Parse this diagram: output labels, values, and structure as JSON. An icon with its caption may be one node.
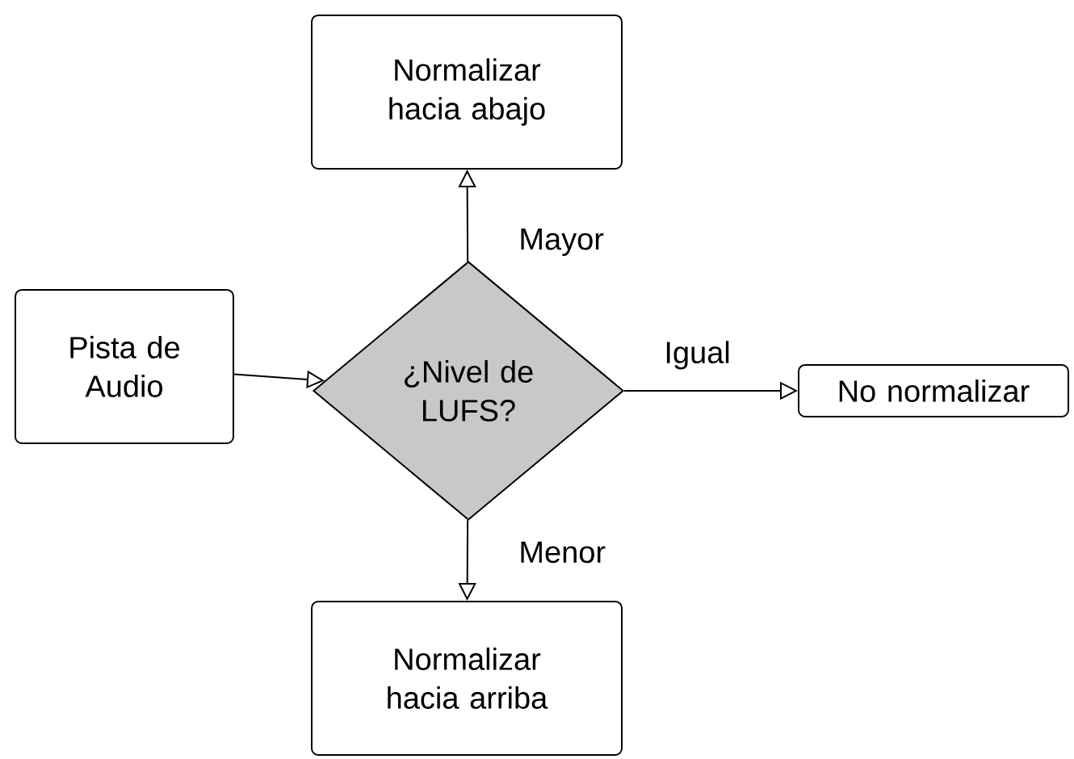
{
  "diagram": {
    "nodes": [
      {
        "text": [
          "Normalizar hacia abajo"
        ]
      },
      {
        "text": [
          "Pista de Audio"
        ]
      },
      {
        "text": [
          "¿Nivel de LUFS?"
        ]
      },
      {
        "text": [
          "No normalizar"
        ]
      },
      {
        "text": [
          "Normalizar hacia arriba"
        ]
      }
    ],
    "edges": [
      {
        "from": 1,
        "to": 2,
        "arrow": "to"
      },
      {
        "from": 2,
        "to": 0,
        "arrow": "to",
        "label": "Mayor"
      },
      {
        "from": 2,
        "to": 3,
        "arrow": "to",
        "label": "Igual"
      },
      {
        "from": 2,
        "to": 4,
        "arrow": "to",
        "label": "Menor"
      }
    ]
  }
}
